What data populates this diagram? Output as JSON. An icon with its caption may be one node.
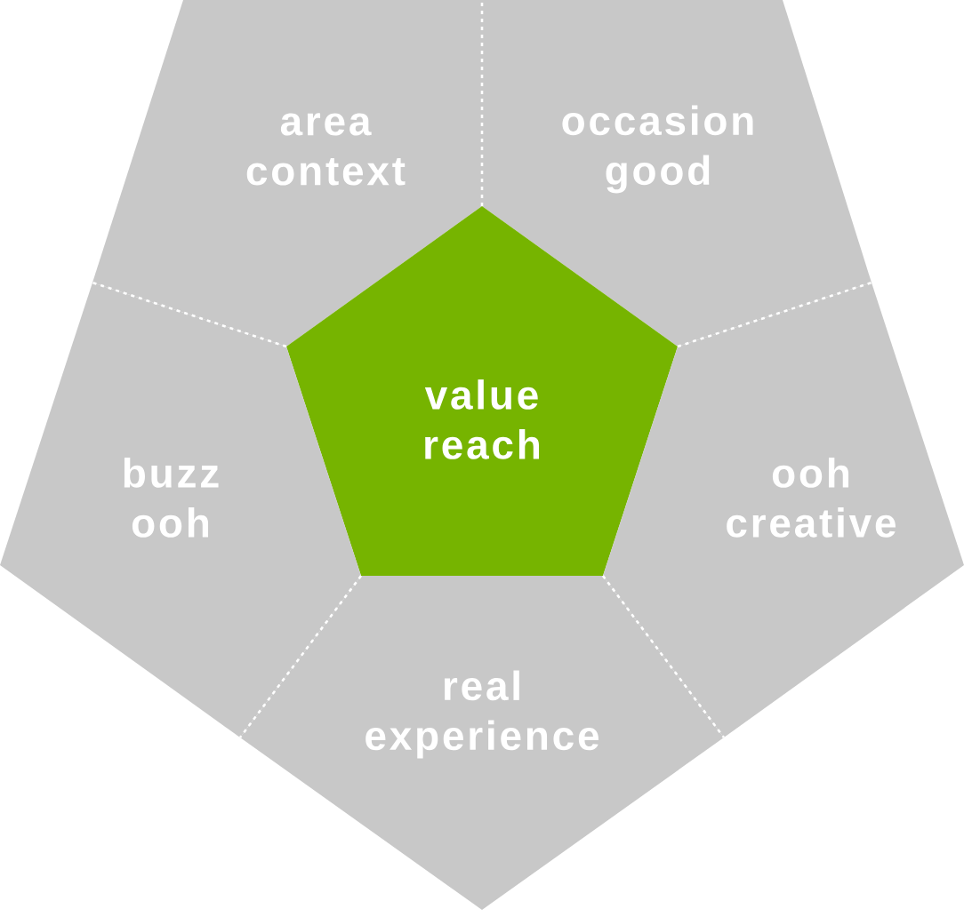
{
  "diagram": {
    "nodes": [
      {
        "text": [
          "area context"
        ]
      },
      {
        "text": [
          "occasion good"
        ]
      },
      {
        "text": [
          "value reach"
        ]
      },
      {
        "text": [
          "buzz ooh"
        ]
      },
      {
        "text": [
          "ooh creative"
        ]
      },
      {
        "text": [
          "real experience"
        ]
      }
    ]
  }
}
